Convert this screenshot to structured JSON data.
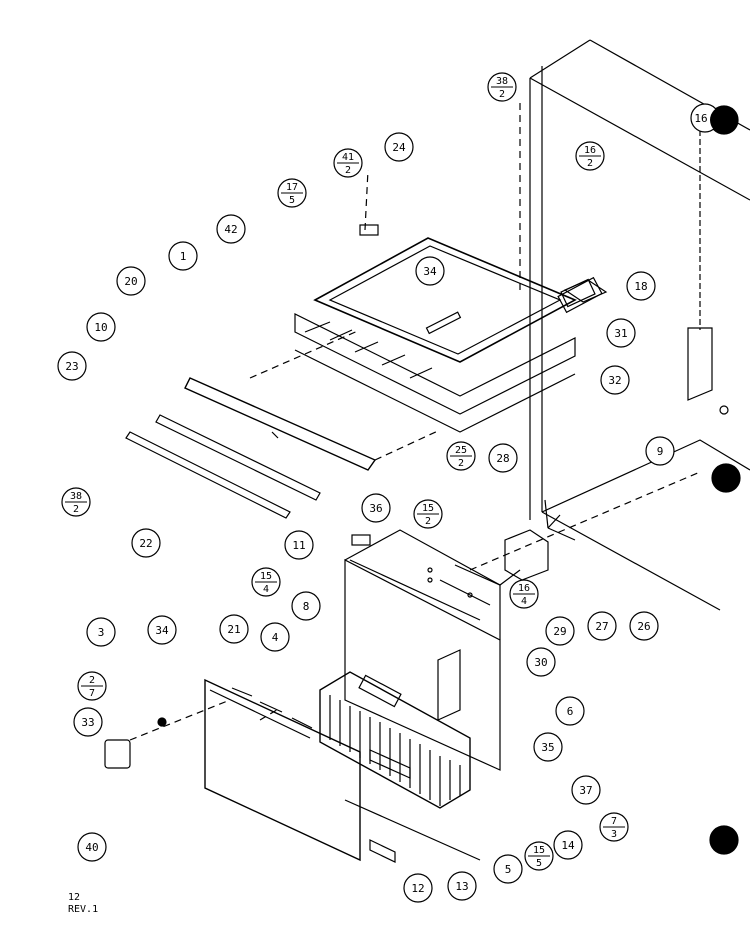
{
  "callouts": [
    "1",
    "3",
    "4",
    "5",
    "6",
    "8",
    "9",
    "10",
    "11",
    "12",
    "13",
    "14",
    "18",
    "20",
    "21",
    "22",
    "23",
    "24",
    "26",
    "27",
    "28",
    "29",
    "30",
    "31",
    "32",
    "33",
    "34",
    "34",
    "35",
    "36",
    "37",
    "40",
    "42"
  ],
  "fraction_callouts": [
    {
      "top": "38",
      "bottom": "2"
    },
    {
      "top": "41",
      "bottom": "2"
    },
    {
      "top": "17",
      "bottom": "5"
    },
    {
      "top": "16",
      "bottom": "2"
    },
    {
      "top": "38",
      "bottom": "2"
    },
    {
      "top": "25",
      "bottom": "2"
    },
    {
      "top": "15",
      "bottom": "2"
    },
    {
      "top": "15",
      "bottom": "4"
    },
    {
      "top": "16",
      "bottom": "4"
    },
    {
      "top": "2",
      "bottom": "7"
    },
    {
      "top": "7",
      "bottom": "3"
    },
    {
      "top": "15",
      "bottom": "5"
    }
  ],
  "edge_callout": "16",
  "footer": {
    "line1": "12",
    "line2": "REV.1"
  }
}
